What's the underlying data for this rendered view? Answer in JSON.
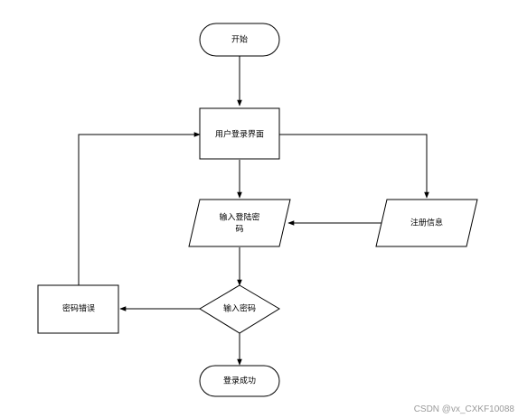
{
  "diagram": {
    "nodes": {
      "start": {
        "label": "开始"
      },
      "login_screen": {
        "label": "用户登录界面"
      },
      "input_credentials": {
        "label_line1": "输入登陆密",
        "label_line2": "码"
      },
      "register_info": {
        "label": "注册信息"
      },
      "check_password": {
        "label": "输入密码"
      },
      "password_error": {
        "label": "密码错误"
      },
      "login_success": {
        "label": "登录成功"
      }
    },
    "colors": {
      "stroke": "#000000",
      "fill": "#ffffff",
      "text": "#000000",
      "watermark": "#9a9a9a"
    }
  },
  "watermark": {
    "text": "CSDN @vx_CXKF10088"
  }
}
